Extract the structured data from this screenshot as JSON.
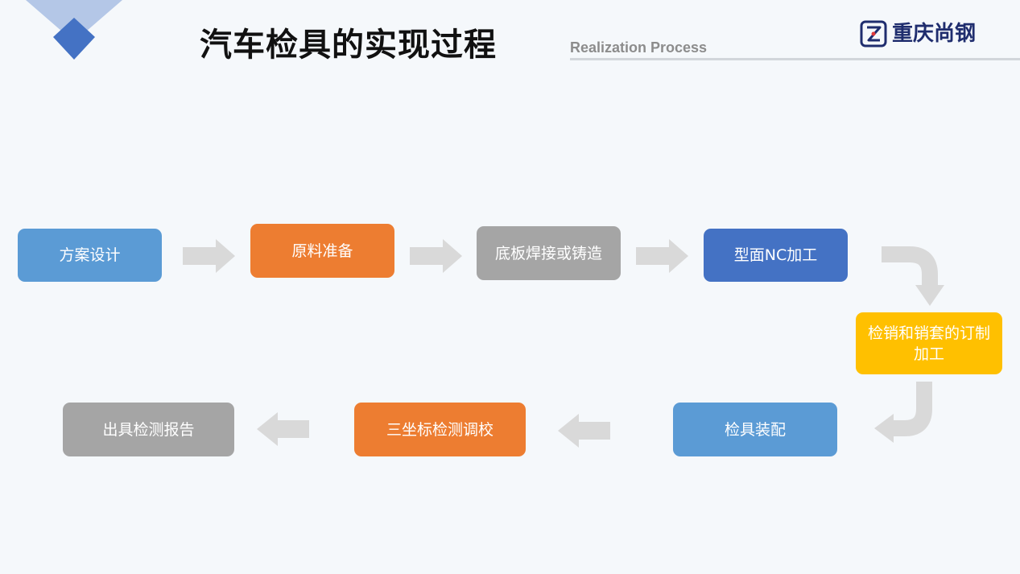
{
  "header": {
    "title": "汽车检具的实现过程",
    "subtitle": "Realization Process",
    "brand_name": "重庆尚钢"
  },
  "colors": {
    "blue": "#5b9bd5",
    "orange": "#ed7d31",
    "gray": "#a5a5a5",
    "navy": "#4472c4",
    "yellow": "#ffc000",
    "brand": "#1f2d6e"
  },
  "steps": [
    {
      "label": "方案设计",
      "color": "blue"
    },
    {
      "label": "原料准备",
      "color": "orange"
    },
    {
      "label": "底板焊接或铸造",
      "color": "gray"
    },
    {
      "label": "型面NC加工",
      "color": "navy"
    },
    {
      "label": "检销和销套的订制加工",
      "color": "yellow"
    },
    {
      "label": "检具装配",
      "color": "blue"
    },
    {
      "label": "三坐标检测调校",
      "color": "orange"
    },
    {
      "label": "出具检测报告",
      "color": "gray"
    }
  ]
}
